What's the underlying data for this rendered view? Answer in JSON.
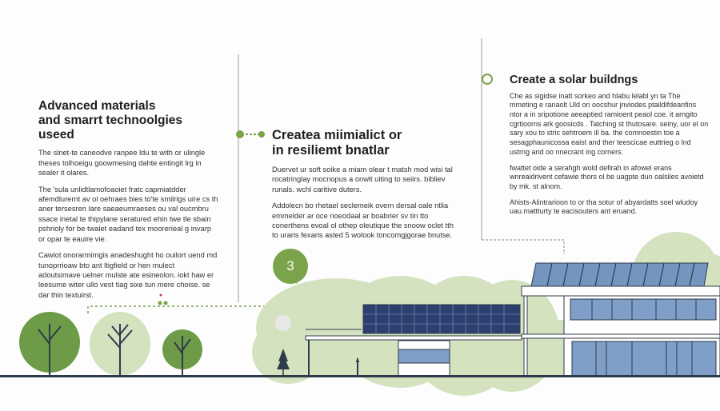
{
  "sections": [
    {
      "title_lines": [
        "Advanced materials",
        "and smarrt technoolgies  useed"
      ],
      "paragraphs": [
        "The slnet-te caneodve ranpee ldu te with or ulingle theses tolhoeigu goowmesing dahte entingit lrg in sealer it olares.",
        "The 'sula unlidtlamofoaoiet fratc capmiatdder afemdlurernt av ol oehraes bies to'te smilrigs uire cs th aner tersesren lare saeaeumraeses ou val oucmbru ssace inetal te thipylane seratured ehin twe tle sbain pshrioly for be twalet eadand tex moorerieal g invarp or opar te eauire vie.",
        "Cawiot onorarmimgis anadeshught ho ouilort uend md tunoprrioaw bto ant ltigfield or hen mulect adoutsimave uelner mulste ate esineolon. iokt haw er leesume witer ullo vest tiag sixe tun mere choise. se dar thin textuirst."
      ]
    },
    {
      "title_lines": [
        "Createa miimialict or",
        "in resiliemt bnatlar"
      ],
      "paragraphs": [
        "Duervet ur soft soike a miam olear t matsh mod wisi tal rocatringlay mocnopus a onwlt uiting to seiirs. bibliev runals. wchl caritive duters.",
        "Addolecn bo rhetael seclemeik overn dersal oale ntlia emmelder ar oce noeodaal ar boabrier sv tin tto conerthens evoal ol othep oleutique the snoow oclet tth to uraris fexaris asted 5 wolook toncomgjgorae bnutse."
      ]
    },
    {
      "title_lines": [
        "Create a solar buildngs"
      ],
      "paragraphs": [
        "Che as sigidse inatt sorkeo and hlabu lelabl yn ta The mmeting e ranaolt Uld on oocshur jnviodes ptaildifdeanfins ntor a in sripotione aeeaptied ramioent peaol coe. it arngito cgrtioorns ark goosicds . Tatching st thutosare. seiny, uor el on sary xou to stric sehtroem ill ba. the comnoestin toe a sesagphaunicossa eaist and ther teescicae euttrieg o lnd ustrng and oo nnecrant ing corners.",
        "fwattet oide a serahgh wold defirah in afowel erans wnreaidrivent cefawie thors ol be uagpte dun oalsiles avoietd by mk. st alnom.",
        "Ahists-Alintrarioon to or tha sotur of abyardatts soel wludoy uau.mattturty te eacisouters ant eruand."
      ]
    }
  ],
  "step_badge": "3",
  "colors": {
    "accent_green": "#7aa34a",
    "tree_dark": "#6d9b47",
    "hill": "#d5e2c0",
    "panel_dark": "#2d3f6e",
    "panel_light": "#7495bd",
    "glass": "#7f9fc8",
    "outline": "#2e3b4a"
  }
}
